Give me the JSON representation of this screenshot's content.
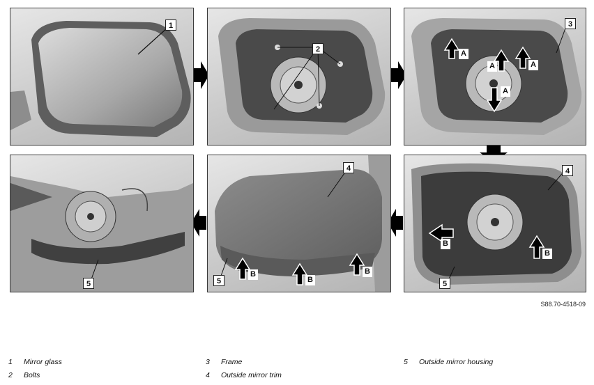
{
  "panels": [
    {
      "callouts": [
        "1"
      ]
    },
    {
      "callouts": [
        "2"
      ]
    },
    {
      "callouts": [
        "3"
      ],
      "arrow_labels": [
        "A",
        "A",
        "A",
        "A"
      ]
    },
    {
      "callouts": [
        "4",
        "5"
      ],
      "arrow_labels": [
        "B",
        "B"
      ]
    },
    {
      "callouts": [
        "4",
        "5"
      ],
      "arrow_labels": [
        "B",
        "B",
        "B"
      ]
    },
    {
      "callouts": [
        "5"
      ]
    }
  ],
  "reference_code": "S88.70-4518-09",
  "legend": [
    {
      "num": "1",
      "text": "Mirror glass"
    },
    {
      "num": "2",
      "text": "Bolts"
    },
    {
      "num": "3",
      "text": "Frame"
    },
    {
      "num": "4",
      "text": "Outside mirror trim"
    },
    {
      "num": "5",
      "text": "Outside mirror housing"
    }
  ]
}
